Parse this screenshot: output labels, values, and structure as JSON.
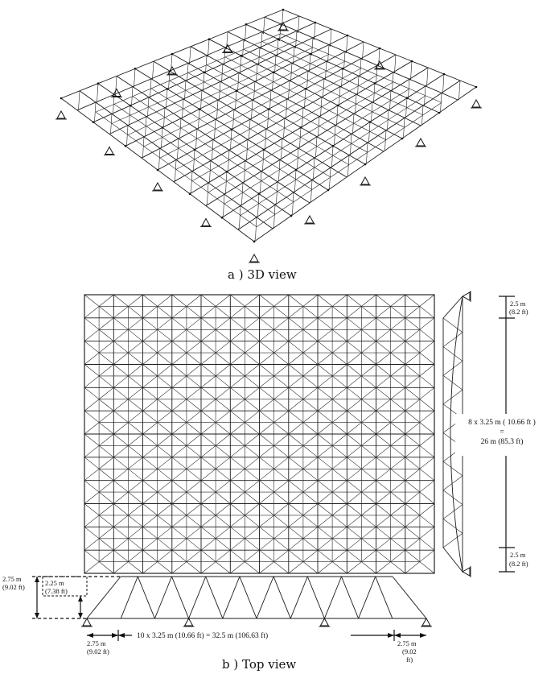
{
  "figure": {
    "caption_a": "a ) 3D view",
    "caption_b": "b ) Top view"
  },
  "grid": {
    "top_cols": 12,
    "top_rows": 12,
    "side_bays": 8,
    "elev_bays": 10
  },
  "side_dimensions": {
    "top_edge_m": "2.5 m",
    "top_edge_ft": "(8.2 ft)",
    "middle_line1": "8 x 3.25 m ( 10.66 ft )",
    "middle_line2": "=",
    "middle_line3": "26 m (85.3 ft)",
    "bottom_edge_m": "2.5 m",
    "bottom_edge_ft": "(8.2 ft)"
  },
  "elevation_dimensions": {
    "outer_height_m": "2.75 m",
    "outer_height_ft": "(9.02 ft)",
    "inner_height_m": "2.25 m",
    "inner_height_ft": "(7.38 ft)",
    "span": "10 x 3.25 m (10.66 ft) = 32.5 m (106.63 ft)",
    "left_overhang_m": "2.75 m",
    "left_overhang_ft": "(9.02 ft)",
    "right_overhang_m": "2.75 m",
    "right_overhang_ft_line1": "(9.02",
    "right_overhang_ft_line2": "ft)"
  }
}
